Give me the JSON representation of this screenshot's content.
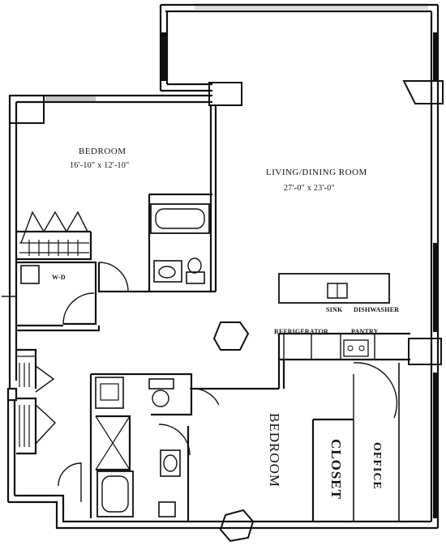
{
  "rooms": {
    "bedroom1": {
      "label": "BEDROOM",
      "dims": "16'-10\" x 12'-10\""
    },
    "living": {
      "label": "LIVING/DINING ROOM",
      "dims": "27'-0\" x 23'-0\""
    },
    "bedroom2": {
      "label": "BEDROOM"
    },
    "closet": {
      "label": "CLOSET"
    },
    "office": {
      "label": "OFFICE"
    }
  },
  "fixtures": {
    "wd": "W-D",
    "sink": "SINK",
    "dishwasher": "DISHWASHER",
    "refrigerator": "REFRIGERATOR",
    "pantry": "PANTRY"
  }
}
